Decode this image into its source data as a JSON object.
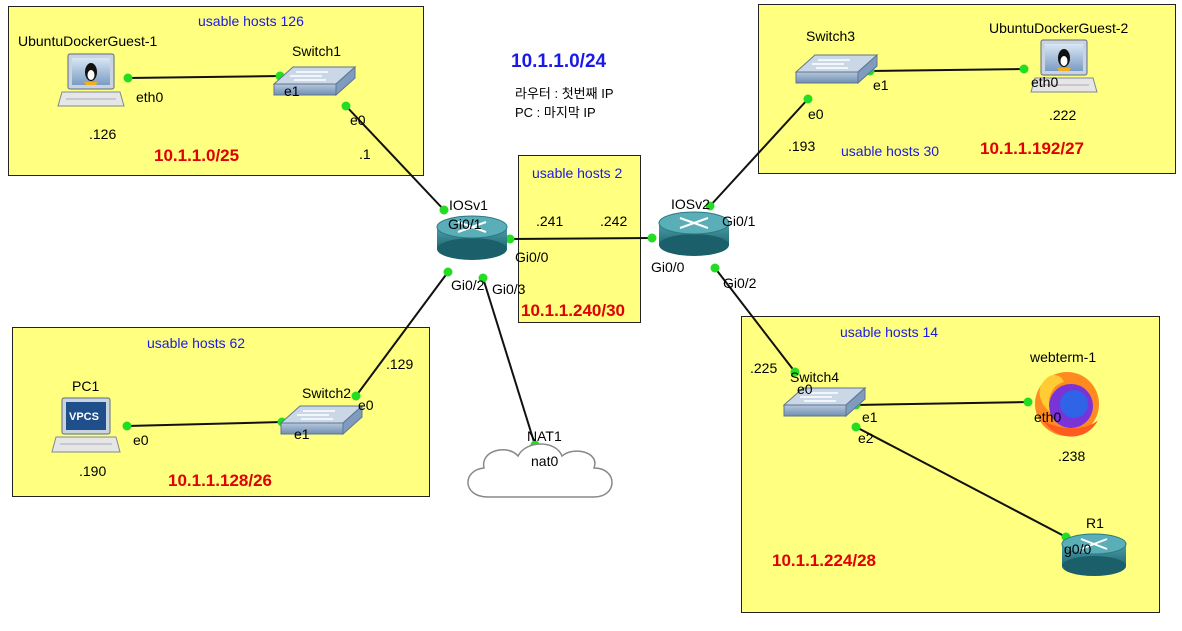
{
  "network": "10.1.1.0/24",
  "notes": [
    "라우터 : 첫번째 IP",
    "PC : 마지막 IP"
  ],
  "zones": {
    "z1": {
      "hosts": "usable hosts 126",
      "subnet": "10.1.1.0/25"
    },
    "z2": {
      "hosts": "usable hosts 2",
      "subnet": "10.1.1.240/30"
    },
    "z3": {
      "hosts": "usable hosts 30",
      "subnet": "10.1.1.192/27"
    },
    "z4": {
      "hosts": "usable hosts 62",
      "subnet": "10.1.1.128/26"
    },
    "z5": {
      "hosts": "usable hosts 14",
      "subnet": "10.1.1.224/28"
    }
  },
  "nodes": {
    "ubuntu1": "UbuntuDockerGuest-1",
    "switch1": "Switch1",
    "iosv1": "IOSv1",
    "iosv2": "IOSv2",
    "switch3": "Switch3",
    "ubuntu2": "UbuntuDockerGuest-2",
    "pc1": "PC1",
    "switch2": "Switch2",
    "nat1": "NAT1",
    "switch4": "Switch4",
    "webterm": "webterm-1",
    "r1": "R1",
    "vpcs_badge": "VPCS"
  },
  "ports": {
    "u1_eth0": "eth0",
    "sw1_e1": "e1",
    "sw1_e0": "e0",
    "iosv1_gi01": "Gi0/1",
    "iosv1_gi00": "Gi0/0",
    "iosv1_gi02": "Gi0/2",
    "iosv1_gi03": "Gi0/3",
    "iosv2_gi00": "Gi0/0",
    "iosv2_gi01": "Gi0/1",
    "iosv2_gi02": "Gi0/2",
    "sw3_e0": "e0",
    "sw3_e1": "e1",
    "u2_eth0": "eth0",
    "pc1_e0": "e0",
    "sw2_e1": "e1",
    "sw2_e0": "e0",
    "nat0": "nat0",
    "sw4_e0": "e0",
    "sw4_e1": "e1",
    "sw4_e2": "e2",
    "web_eth0": "eth0",
    "r1_g00": "g0/0"
  },
  "ips": {
    "u1": ".126",
    "iosv1_gi01": ".1",
    "iosv1_gi00": ".241",
    "iosv2_gi00": ".242",
    "iosv2_gi01": ".193",
    "u2": ".222",
    "iosv1_gi02": ".129",
    "pc1": ".190",
    "iosv2_gi02": ".225",
    "web": ".238"
  }
}
